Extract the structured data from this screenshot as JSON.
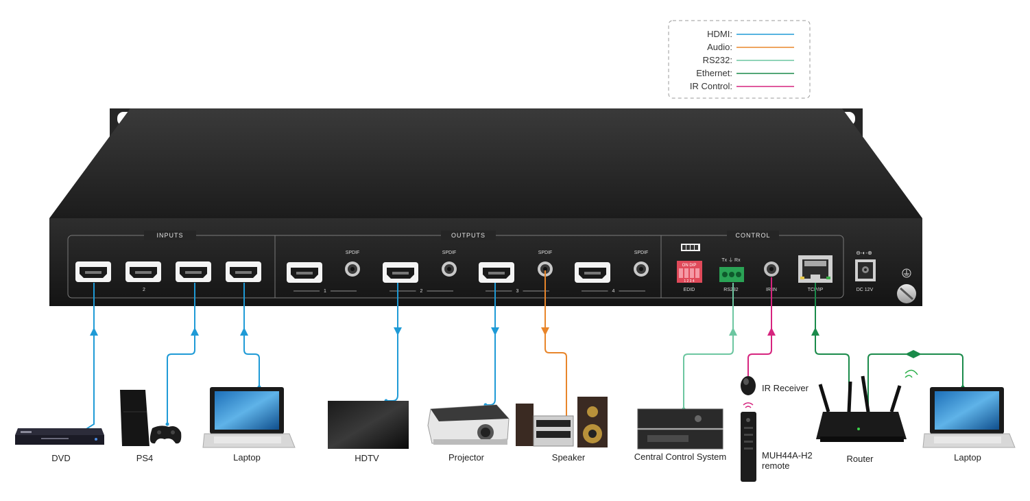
{
  "legend": {
    "items": [
      {
        "label": "HDMI:",
        "color": "#1e9ad6"
      },
      {
        "label": "Audio:",
        "color": "#e8852a"
      },
      {
        "label": "RS232:",
        "color": "#6cc6a0"
      },
      {
        "label": "Ethernet:",
        "color": "#1a8a4a"
      },
      {
        "label": "IR Control:",
        "color": "#d6247e"
      }
    ]
  },
  "panel": {
    "inputs_label": "INPUTS",
    "outputs_label": "OUTPUTS",
    "control_label": "CONTROL",
    "input_numbers": [
      "2"
    ],
    "output_numbers": [
      "1",
      "2",
      "3",
      "4"
    ],
    "spdif_label": "SPDIF",
    "edid_label": "EDID",
    "dip_label": "ON DIP",
    "dip_numbers": "1 2 3 4",
    "rs232_pins": "Tx ⏚ Rx",
    "rs232_label": "RS232",
    "ir_in_label": "IR IN",
    "tcpip_label": "TCP/IP",
    "dc_label": "DC 12V"
  },
  "devices": {
    "dvd": "DVD",
    "ps4": "PS4",
    "laptop_left": "Laptop",
    "hdtv": "HDTV",
    "projector": "Projector",
    "speaker": "Speaker",
    "central_control": "Central Control System",
    "ir_receiver": "IR Receiver",
    "remote_line1": "MUH44A-H2",
    "remote_line2": "remote",
    "router": "Router",
    "laptop_right": "Laptop"
  }
}
